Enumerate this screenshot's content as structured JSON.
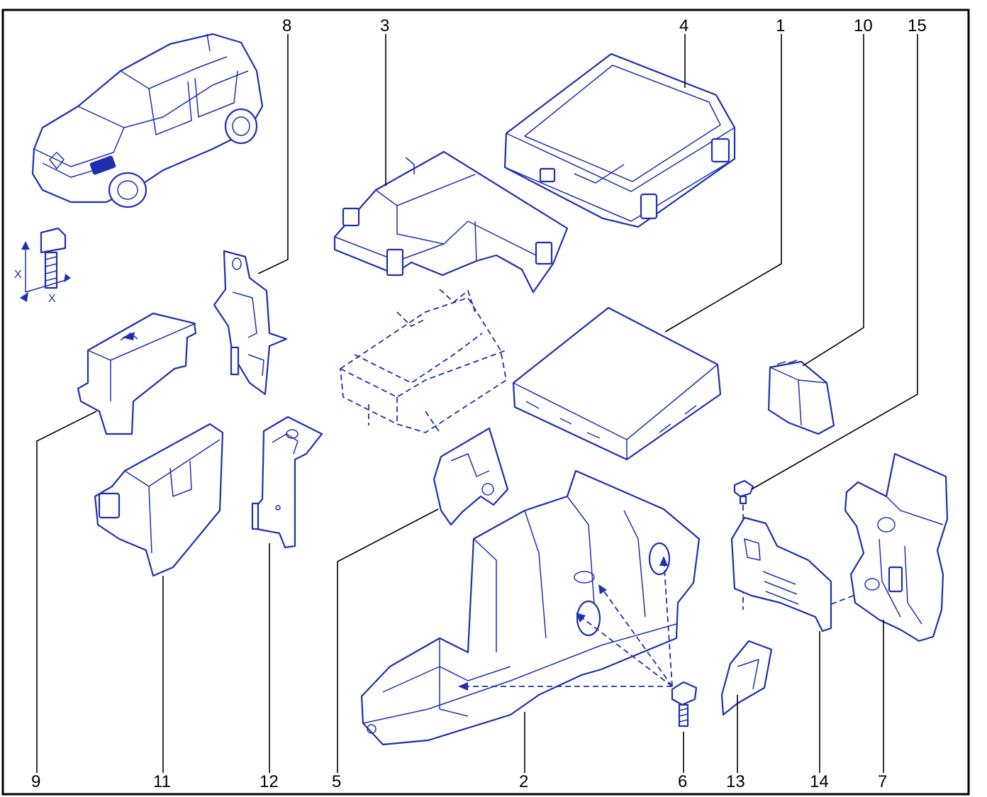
{
  "colors": {
    "outline": "#1f2fb0",
    "label": "#000000",
    "background": "#ffffff"
  },
  "callouts": [
    {
      "id": "1",
      "label": "1"
    },
    {
      "id": "2",
      "label": "2"
    },
    {
      "id": "3",
      "label": "3"
    },
    {
      "id": "4",
      "label": "4"
    },
    {
      "id": "5",
      "label": "5"
    },
    {
      "id": "6",
      "label": "6"
    },
    {
      "id": "7",
      "label": "7"
    },
    {
      "id": "8",
      "label": "8"
    },
    {
      "id": "9",
      "label": "9"
    },
    {
      "id": "10",
      "label": "10"
    },
    {
      "id": "11",
      "label": "11"
    },
    {
      "id": "12",
      "label": "12"
    },
    {
      "id": "13",
      "label": "13"
    },
    {
      "id": "14",
      "label": "14"
    },
    {
      "id": "15",
      "label": "15"
    }
  ],
  "torque_symbol": {
    "label_a": "X",
    "label_b": "X"
  }
}
